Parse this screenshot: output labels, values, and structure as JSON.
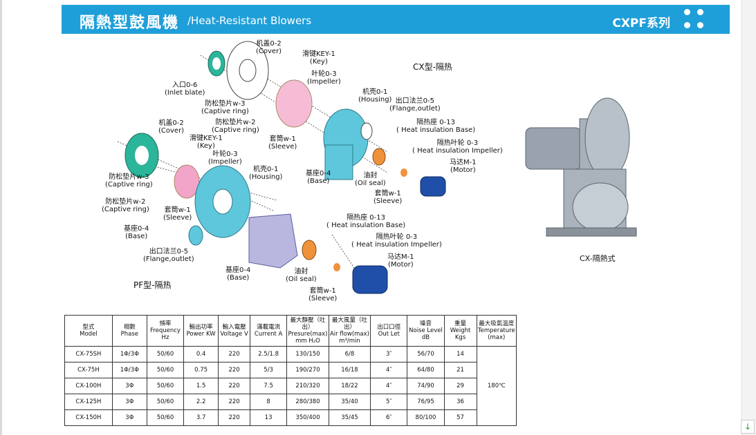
{
  "header": {
    "title": "隔熱型鼓風機",
    "subtitle": "/Heat-Resistant Blowers",
    "series": "CXPF系列",
    "color": "#1f9fd9"
  },
  "cx_title": "CX型-隔热",
  "pf_title": "PF型-隔热",
  "photo_caption": "CX-隔熱式",
  "cx_labels": {
    "cover": {
      "cn": "机盖0-2",
      "en": "(Cover)"
    },
    "key": {
      "cn": "滑键KEY-1",
      "en": "(Key)"
    },
    "impeller": {
      "cn": "叶轮0-3",
      "en": "(Impeller)"
    },
    "inlet": {
      "cn": "入口0-6",
      "en": "(Inlet blate)"
    },
    "captive3": {
      "cn": "防松垫片w-3",
      "en": "(Captive ring)"
    },
    "captive2": {
      "cn": "防松垫片w-2",
      "en": "(Captive ring)"
    },
    "housing": {
      "cn": "机壳0-1",
      "en": "(Housing)"
    },
    "flange": {
      "cn": "出口法兰0-5",
      "en": "(Flange,outlet)"
    },
    "heatbase": {
      "cn": "隔热座 0-13",
      "en": "( Heat insulation Base)"
    },
    "heatimp": {
      "cn": "隔热叶轮 0-3",
      "en": "( Heat insulation Impeller)"
    },
    "sleeve": {
      "cn": "套筒w-1",
      "en": "(Sleeve)"
    },
    "base": {
      "cn": "基座0-4",
      "en": "(Base)"
    },
    "oilseal": {
      "cn": "油封",
      "en": "(Oil seal)"
    },
    "sleeve2": {
      "cn": "套筒w-1",
      "en": "(Sleeve)"
    },
    "motor": {
      "cn": "马达M-1",
      "en": "(Motor)"
    }
  },
  "pf_labels": {
    "cover": {
      "cn": "机盖0-2",
      "en": "(Cover)"
    },
    "key": {
      "cn": "滑键KEY-1",
      "en": "(Key)"
    },
    "impeller": {
      "cn": "叶轮0-3",
      "en": "(Impeller)"
    },
    "housing": {
      "cn": "机壳0-1",
      "en": "(Housing)"
    },
    "captive3": {
      "cn": "防松垫片w-3",
      "en": "(Captive ring)"
    },
    "captive2": {
      "cn": "防松垫片w-2",
      "en": "(Captive ring)"
    },
    "sleeve": {
      "cn": "套筒w-1",
      "en": "(Sleeve)"
    },
    "base": {
      "cn": "基座0-4",
      "en": "(Base)"
    },
    "flange": {
      "cn": "出口法兰0-5",
      "en": "(Flange,outlet)"
    },
    "heatbase": {
      "cn": "隔热座 0-13",
      "en": "( Heat insulation Base)"
    },
    "heatimp": {
      "cn": "隔热叶轮 0-3",
      "en": "( Heat insulation Impeller)"
    },
    "motor": {
      "cn": "马达M-1",
      "en": "(Motor)"
    },
    "base2": {
      "cn": "基座0-4",
      "en": "(Base)"
    },
    "oilseal": {
      "cn": "油封",
      "en": "(Oil seal)"
    },
    "sleeve2": {
      "cn": "套筒w-1",
      "en": "(Sleeve)"
    }
  },
  "table": {
    "headers": [
      {
        "cn": "型式",
        "en": "Model"
      },
      {
        "cn": "相數",
        "en": "Phase"
      },
      {
        "cn": "頻率",
        "en": "Frequency Hz"
      },
      {
        "cn": "輸出功率",
        "en": "Power KW"
      },
      {
        "cn": "輸入電壓",
        "en": "Voltage V"
      },
      {
        "cn": "滿載電流",
        "en": "Current A"
      },
      {
        "cn": "最大靜壓（吐出）",
        "en": "Presure(max) mm H₂O"
      },
      {
        "cn": "最大風量（吐出）",
        "en": "Air flow(max) m³/min"
      },
      {
        "cn": "出口口徑",
        "en": "Out Let"
      },
      {
        "cn": "噪音",
        "en": "Noise Level dB"
      },
      {
        "cn": "重量",
        "en": "Weight Kgs"
      },
      {
        "cn": "最大吸氣溫度",
        "en": "Temperature (max)"
      }
    ],
    "rows": [
      [
        "CX-75SH",
        "1Φ/3Φ",
        "50/60",
        "0.4",
        "220",
        "2.5/1.8",
        "130/150",
        "6/8",
        "3″",
        "56/70",
        "14"
      ],
      [
        "CX-75H",
        "1Φ/3Φ",
        "50/60",
        "0.75",
        "220",
        "5/3",
        "190/270",
        "16/18",
        "4″",
        "64/80",
        "21"
      ],
      [
        "CX-100H",
        "3Φ",
        "50/60",
        "1.5",
        "220",
        "7.5",
        "210/320",
        "18/22",
        "4″",
        "74/90",
        "29"
      ],
      [
        "CX-125H",
        "3Φ",
        "50/60",
        "2.2",
        "220",
        "8",
        "280/380",
        "35/40",
        "5″",
        "76/95",
        "36"
      ],
      [
        "CX-150H",
        "3Φ",
        "50/60",
        "3.7",
        "220",
        "13",
        "350/400",
        "35/45",
        "6″",
        "80/100",
        "57"
      ]
    ],
    "temperature": "180℃"
  },
  "scroll_glyph": "↓"
}
